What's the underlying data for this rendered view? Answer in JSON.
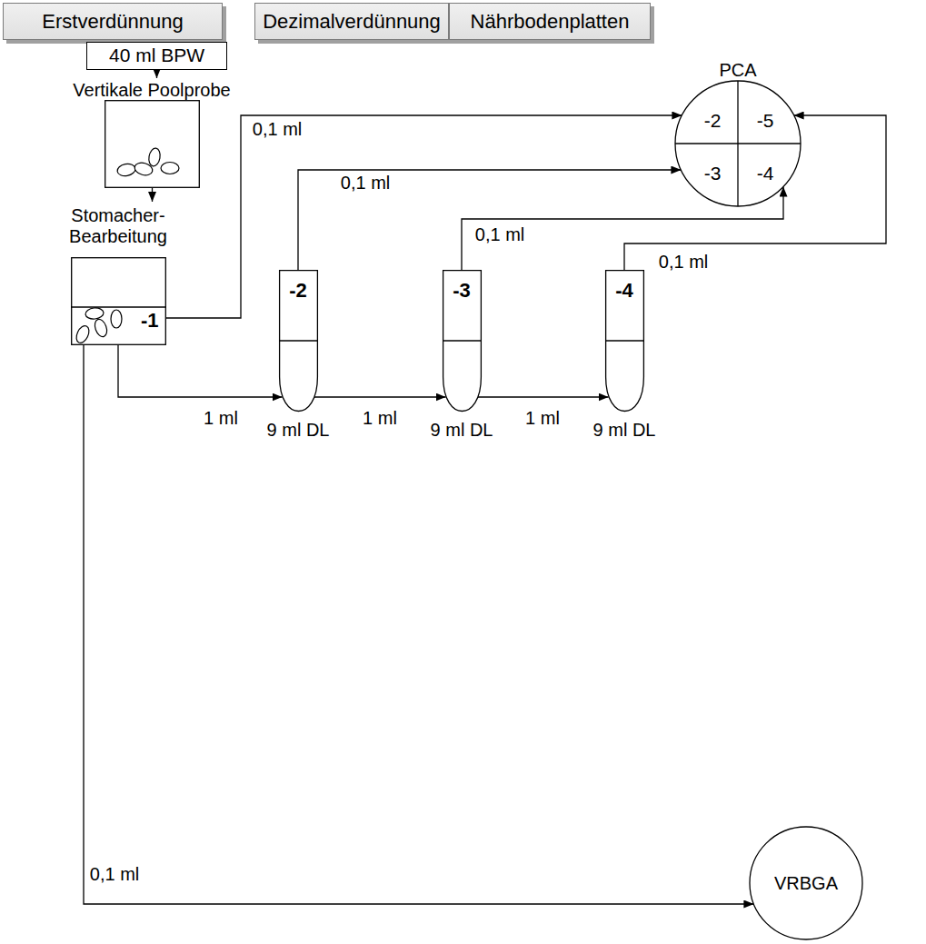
{
  "diagram": {
    "nodes": [
      {
        "text": [
          "Erstverdünnung"
        ]
      },
      {
        "text": [
          "Dezimalverdünnung"
        ]
      },
      {
        "text": [
          "Nährbodenplatten"
        ]
      },
      {
        "text": [
          "40 ml BPW"
        ]
      },
      {
        "text": [
          "Vertikale Poolprobe"
        ]
      },
      {
        "text": [
          "PCA"
        ]
      },
      {
        "text": [
          "-2"
        ],
        "in": 5
      },
      {
        "text": [
          "-5"
        ],
        "in": 5
      },
      {
        "text": [
          "-3"
        ],
        "in": 5
      },
      {
        "text": [
          "-4"
        ],
        "in": 5
      },
      {
        "text": [
          "Stomacher- Bearbeitung",
          "-1"
        ]
      },
      {
        "text": [
          "-2",
          "9 ml DL"
        ]
      },
      {
        "text": [
          "-3",
          "9 ml DL"
        ]
      },
      {
        "text": [
          "-4",
          "9 ml DL"
        ]
      },
      {
        "text": [
          "VRBGA"
        ]
      }
    ],
    "edges": [
      {
        "from": 3,
        "to": 4,
        "arrow": "to"
      },
      {
        "from": 4,
        "to": 10,
        "arrow": "to"
      },
      {
        "from": 10,
        "to": 11,
        "label": "1 ml",
        "arrow": "to"
      },
      {
        "from": 11,
        "to": 12,
        "label": "1 ml",
        "arrow": "to"
      },
      {
        "from": 12,
        "to": 13,
        "label": "1 ml",
        "arrow": "to"
      },
      {
        "from": 10,
        "to": 6,
        "label": "0,1 ml",
        "arrow": "to"
      },
      {
        "from": 11,
        "to": 8,
        "label": "0,1 ml",
        "arrow": "to"
      },
      {
        "from": 12,
        "to": 9,
        "label": "0,1 ml",
        "arrow": "to"
      },
      {
        "from": 13,
        "to": 7,
        "label": "0,1 ml",
        "arrow": "to"
      },
      {
        "from": 10,
        "to": 14,
        "label": "0,1 ml",
        "arrow": "to"
      }
    ]
  }
}
